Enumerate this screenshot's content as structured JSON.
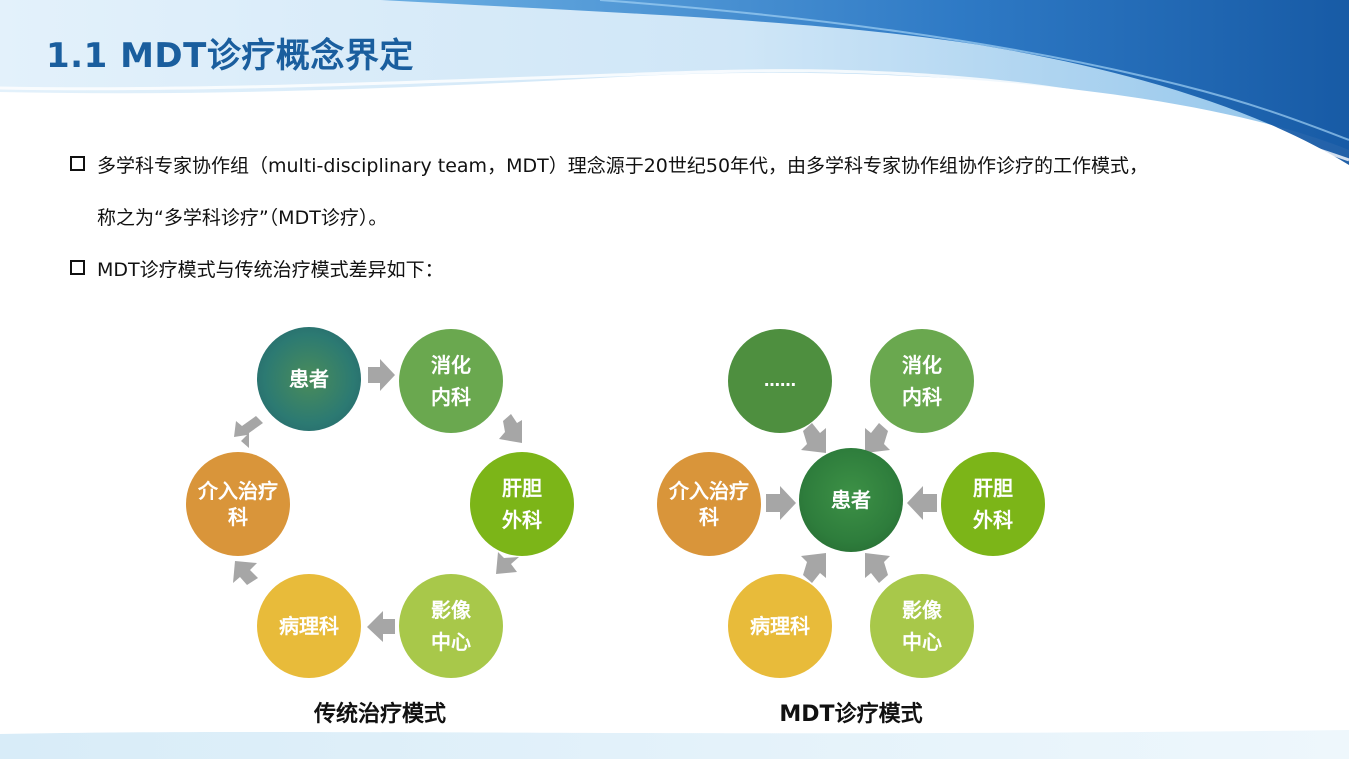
{
  "title": "1.1 MDT诊疗概念界定",
  "bullets": {
    "b1_line1": "多学科专家协作组（multi-disciplinary team，MDT）理念源于20世纪50年代，由多学科专家协作组协作诊疗的工作模式，",
    "b1_line2": "称之为“多学科诊疗”（MDT诊疗）。",
    "b2": "MDT诊疗模式与传统治疗模式差异如下："
  },
  "traditional": {
    "caption": "传统治疗模式",
    "patient": "患者",
    "digestive_1": "消化",
    "digestive_2": "内科",
    "hepato_1": "肝胆",
    "hepato_2": "外科",
    "imaging_1": "影像",
    "imaging_2": "中心",
    "pathology": "病理科",
    "interventional_1": "介入治疗",
    "interventional_2": "科"
  },
  "mdt": {
    "caption": "MDT诊疗模式",
    "patient": "患者",
    "more": "……",
    "digestive_1": "消化",
    "digestive_2": "内科",
    "hepato_1": "肝胆",
    "hepato_2": "外科",
    "imaging_1": "影像",
    "imaging_2": "中心",
    "pathology": "病理科",
    "interventional_1": "介入治疗",
    "interventional_2": "科"
  },
  "colors": {
    "title": "#1a5e9e",
    "patient_traditional": "#2f7d6b",
    "patient_mdt": "#2e7d3c",
    "digestive": "#6aa84f",
    "hepato": "#7cb518",
    "imaging": "#a8c84a",
    "pathology": "#e8bb3a",
    "interventional": "#d9953a",
    "more": "#4e8f3f",
    "arrow": "#a6a6a6"
  }
}
